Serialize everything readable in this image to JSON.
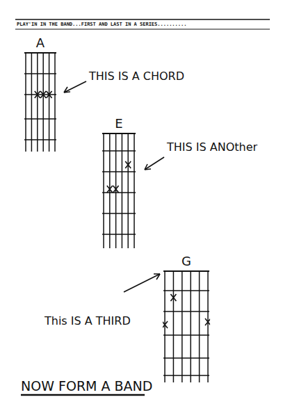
{
  "diagram": {
    "title": "PLAY'IN IN THE BAND...FIRST AND LAST IN A SERIES..........",
    "nodes": [
      {
        "text": [
          "A"
        ]
      },
      {
        "text": [
          "E"
        ]
      },
      {
        "text": [
          "G"
        ]
      }
    ],
    "labels": [
      "THIS IS A CHORD",
      "THIS IS ANOther",
      "This IS A THIRD",
      "NOW FORM A BAND"
    ]
  }
}
